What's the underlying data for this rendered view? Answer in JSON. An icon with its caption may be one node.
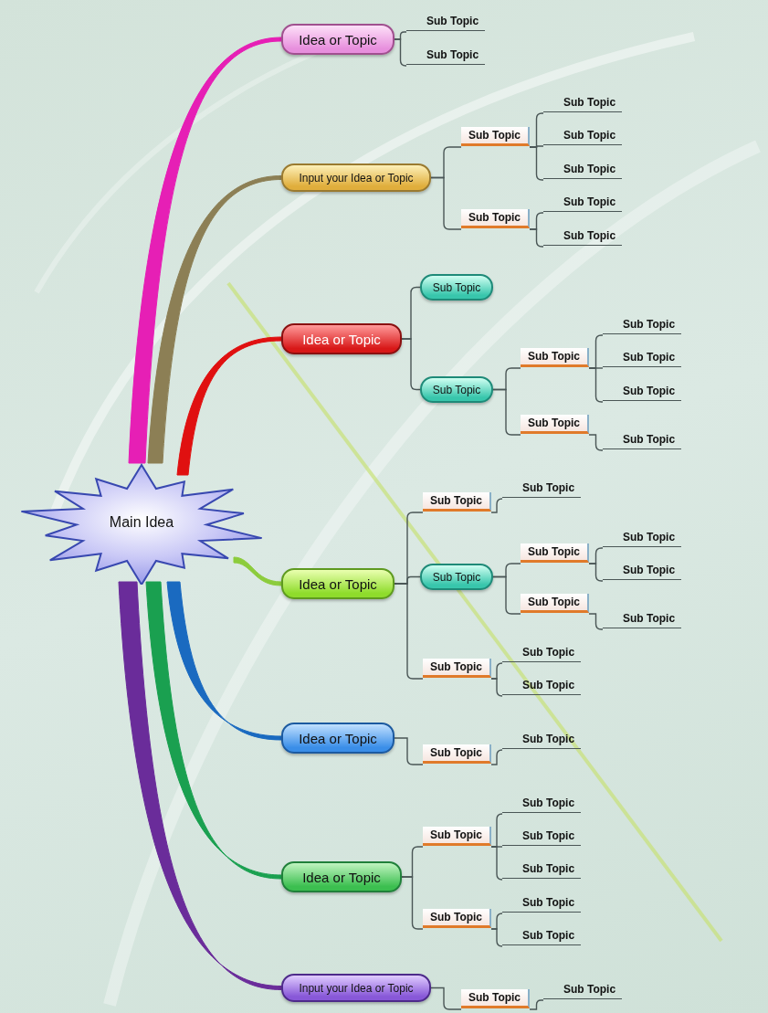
{
  "diagram": {
    "nodes": [
      {
        "text": [
          "Main Idea"
        ]
      },
      {
        "text": [
          "Idea or Topic"
        ]
      },
      {
        "text": [
          "Sub Topic"
        ]
      },
      {
        "text": [
          "Sub Topic"
        ]
      },
      {
        "text": [
          "Input your Idea or Topic"
        ]
      },
      {
        "text": [
          "Sub Topic"
        ]
      },
      {
        "text": [
          "Sub Topic"
        ]
      },
      {
        "text": [
          "Sub Topic"
        ]
      },
      {
        "text": [
          "Sub Topic"
        ]
      },
      {
        "text": [
          "Sub Topic"
        ]
      },
      {
        "text": [
          "Sub Topic"
        ]
      },
      {
        "text": [
          "Sub Topic"
        ]
      },
      {
        "text": [
          "Idea or Topic"
        ]
      },
      {
        "text": [
          "Sub Topic"
        ]
      },
      {
        "text": [
          "Sub Topic"
        ]
      },
      {
        "text": [
          "Sub Topic"
        ]
      },
      {
        "text": [
          "Sub Topic"
        ]
      },
      {
        "text": [
          "Sub Topic"
        ]
      },
      {
        "text": [
          "Sub Topic"
        ]
      },
      {
        "text": [
          "Sub Topic"
        ]
      },
      {
        "text": [
          "Sub Topic"
        ]
      },
      {
        "text": [
          "Idea or Topic"
        ]
      },
      {
        "text": [
          "Sub Topic"
        ]
      },
      {
        "text": [
          "Sub Topic"
        ]
      },
      {
        "text": [
          "Sub Topic"
        ]
      },
      {
        "text": [
          "Sub Topic"
        ]
      },
      {
        "text": [
          "Sub Topic"
        ]
      },
      {
        "text": [
          "Sub Topic"
        ]
      },
      {
        "text": [
          "Sub Topic"
        ]
      },
      {
        "text": [
          "Sub Topic"
        ]
      },
      {
        "text": [
          "Sub Topic"
        ]
      },
      {
        "text": [
          "Sub Topic"
        ]
      },
      {
        "text": [
          "Sub Topic"
        ]
      },
      {
        "text": [
          "Idea or Topic"
        ]
      },
      {
        "text": [
          "Sub Topic"
        ]
      },
      {
        "text": [
          "Sub Topic"
        ]
      },
      {
        "text": [
          "Idea or Topic"
        ]
      },
      {
        "text": [
          "Sub Topic"
        ]
      },
      {
        "text": [
          "Sub Topic"
        ]
      },
      {
        "text": [
          "Sub Topic"
        ]
      },
      {
        "text": [
          "Sub Topic"
        ]
      },
      {
        "text": [
          "Sub Topic"
        ]
      },
      {
        "text": [
          "Sub Topic"
        ]
      },
      {
        "text": [
          "Sub Topic"
        ]
      },
      {
        "text": [
          "Input your Idea or Topic"
        ]
      },
      {
        "text": [
          "Sub Topic"
        ]
      },
      {
        "text": [
          "Sub Topic"
        ]
      }
    ],
    "edges": [
      {
        "from": 0,
        "to": 1,
        "arrow": "none",
        "style": "thick",
        "color": "#e61fb5"
      },
      {
        "from": 0,
        "to": 4,
        "arrow": "none",
        "style": "thick",
        "color": "#8c7f55"
      },
      {
        "from": 0,
        "to": 12,
        "arrow": "none",
        "style": "thick",
        "color": "#e01010"
      },
      {
        "from": 0,
        "to": 21,
        "arrow": "none",
        "style": "thick",
        "color": "#8ccc3c"
      },
      {
        "from": 0,
        "to": 33,
        "arrow": "none",
        "style": "thick",
        "color": "#1a6ac0"
      },
      {
        "from": 0,
        "to": 36,
        "arrow": "none",
        "style": "thick",
        "color": "#1aa050"
      },
      {
        "from": 0,
        "to": 44,
        "arrow": "none",
        "style": "thick",
        "color": "#6a2c9a"
      },
      {
        "from": 1,
        "to": 2,
        "arrow": "none"
      },
      {
        "from": 1,
        "to": 3,
        "arrow": "none"
      },
      {
        "from": 4,
        "to": 5,
        "arrow": "none"
      },
      {
        "from": 4,
        "to": 9,
        "arrow": "none"
      },
      {
        "from": 5,
        "to": 6,
        "arrow": "none"
      },
      {
        "from": 5,
        "to": 7,
        "arrow": "none"
      },
      {
        "from": 5,
        "to": 8,
        "arrow": "none"
      },
      {
        "from": 9,
        "to": 10,
        "arrow": "none"
      },
      {
        "from": 9,
        "to": 11,
        "arrow": "none"
      },
      {
        "from": 12,
        "to": 13,
        "arrow": "none"
      },
      {
        "from": 12,
        "to": 14,
        "arrow": "none"
      },
      {
        "from": 14,
        "to": 15,
        "arrow": "none"
      },
      {
        "from": 14,
        "to": 19,
        "arrow": "none"
      },
      {
        "from": 15,
        "to": 16,
        "arrow": "none"
      },
      {
        "from": 15,
        "to": 17,
        "arrow": "none"
      },
      {
        "from": 15,
        "to": 18,
        "arrow": "none"
      },
      {
        "from": 19,
        "to": 20,
        "arrow": "none"
      },
      {
        "from": 21,
        "to": 22,
        "arrow": "none"
      },
      {
        "from": 21,
        "to": 24,
        "arrow": "none"
      },
      {
        "from": 21,
        "to": 30,
        "arrow": "none"
      },
      {
        "from": 22,
        "to": 23,
        "arrow": "none"
      },
      {
        "from": 24,
        "to": 25,
        "arrow": "none"
      },
      {
        "from": 24,
        "to": 28,
        "arrow": "none"
      },
      {
        "from": 25,
        "to": 26,
        "arrow": "none"
      },
      {
        "from": 25,
        "to": 27,
        "arrow": "none"
      },
      {
        "from": 28,
        "to": 29,
        "arrow": "none"
      },
      {
        "from": 30,
        "to": 31,
        "arrow": "none"
      },
      {
        "from": 30,
        "to": 32,
        "arrow": "none"
      },
      {
        "from": 33,
        "to": 34,
        "arrow": "none"
      },
      {
        "from": 34,
        "to": 35,
        "arrow": "none"
      },
      {
        "from": 36,
        "to": 37,
        "arrow": "none"
      },
      {
        "from": 36,
        "to": 41,
        "arrow": "none"
      },
      {
        "from": 37,
        "to": 38,
        "arrow": "none"
      },
      {
        "from": 37,
        "to": 39,
        "arrow": "none"
      },
      {
        "from": 37,
        "to": 40,
        "arrow": "none"
      },
      {
        "from": 41,
        "to": 42,
        "arrow": "none"
      },
      {
        "from": 41,
        "to": 43,
        "arrow": "none"
      },
      {
        "from": 44,
        "to": 45,
        "arrow": "none"
      },
      {
        "from": 45,
        "to": 46,
        "arrow": "none"
      }
    ]
  }
}
